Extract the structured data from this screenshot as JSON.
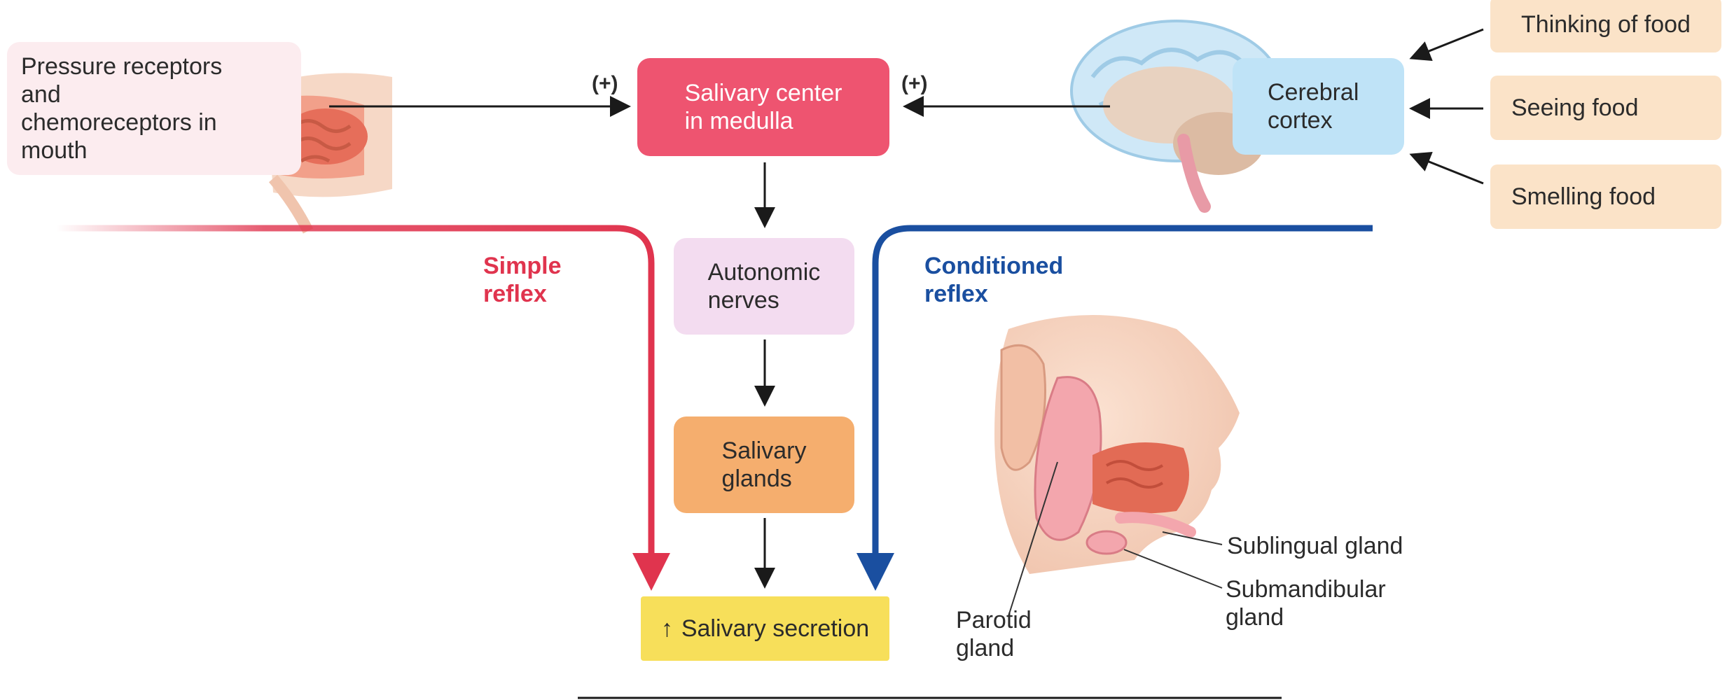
{
  "receptors": {
    "label": "Pressure receptors and chemoreceptors in mouth",
    "lines": [
      "Pressure receptors",
      "and",
      "chemoreceptors in",
      "mouth"
    ]
  },
  "salivary_center": {
    "lines": [
      "Salivary center",
      "in medulla"
    ]
  },
  "plus_left": "(+)",
  "plus_right": "(+)",
  "cerebral_cortex": {
    "lines": [
      "Cerebral",
      "cortex"
    ]
  },
  "stimuli": [
    "Thinking of food",
    "Seeing food",
    "Smelling food"
  ],
  "autonomic": {
    "lines": [
      "Autonomic",
      "nerves"
    ]
  },
  "glands": {
    "lines": [
      "Salivary",
      "glands"
    ]
  },
  "secretion": {
    "arrow": "↑",
    "label": "Salivary secretion"
  },
  "simple_reflex": {
    "lines": [
      "Simple",
      "reflex"
    ]
  },
  "conditioned_reflex": {
    "lines": [
      "Conditioned",
      "reflex"
    ]
  },
  "labels": {
    "sublingual": "Sublingual gland",
    "submandibular": [
      "Submandibular",
      "gland"
    ],
    "parotid": [
      "Parotid",
      "gland"
    ]
  },
  "colors": {
    "simple_reflex": "#e0344e",
    "conditioned_reflex": "#1a4fa0",
    "salivary_center_fill": "#ee5470",
    "cortex_fill": "#bfe3f7",
    "autonomic_fill": "#f3dcf0",
    "glands_fill": "#f5ae6e",
    "secretion_fill": "#f7df5a",
    "stimuli_fill": "#fbe3c8",
    "receptor_fill": "#fcecef"
  }
}
